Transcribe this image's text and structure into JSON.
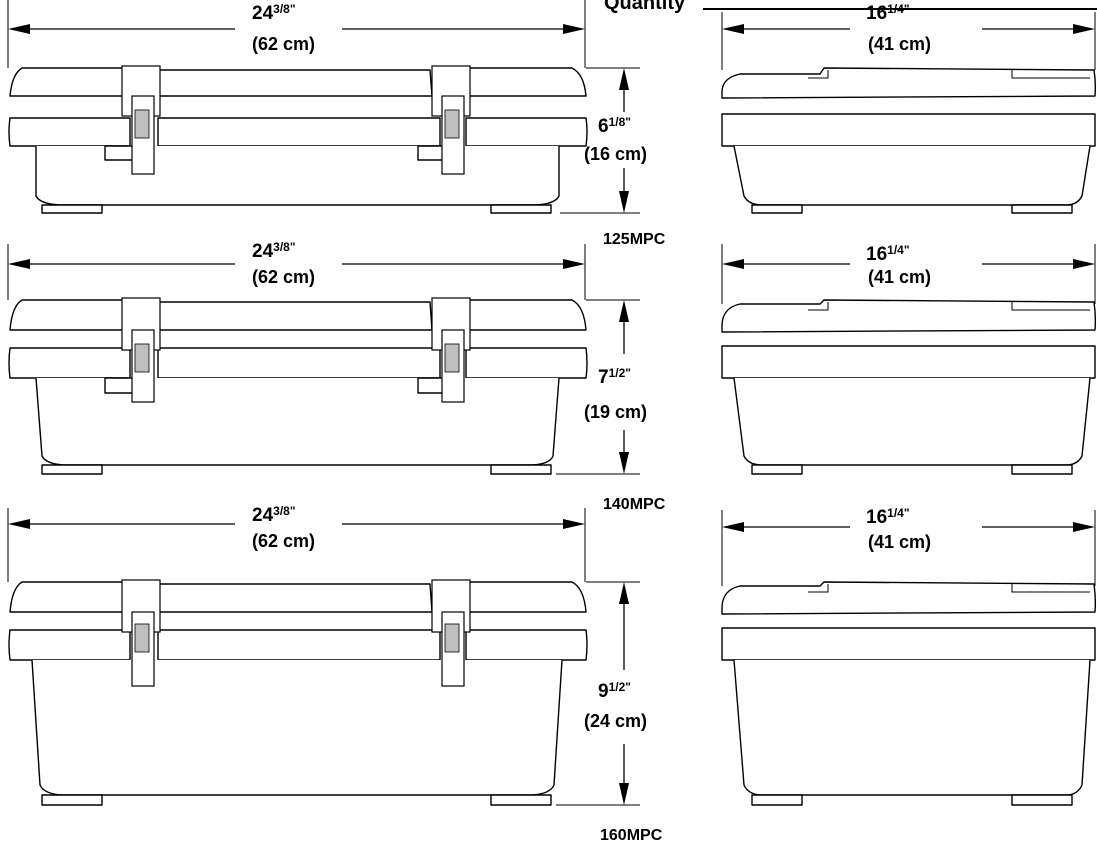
{
  "header": {
    "label": "Quantity"
  },
  "rows": [
    {
      "model": "125MPC",
      "front_width": {
        "whole": "24",
        "frac": "3/8",
        "unit": "\"",
        "metric": "(62 cm)"
      },
      "height": {
        "whole": "6",
        "frac": "1/8",
        "unit": "\"",
        "metric": "(16 cm)"
      },
      "side_depth": {
        "whole": "16",
        "frac": "1/4",
        "unit": "\"",
        "metric": "(41 cm)"
      }
    },
    {
      "model": "140MPC",
      "front_width": {
        "whole": "24",
        "frac": "3/8",
        "unit": "\"",
        "metric": "(62 cm)"
      },
      "height": {
        "whole": "7",
        "frac": "1/2",
        "unit": "\"",
        "metric": "(19 cm)"
      },
      "side_depth": {
        "whole": "16",
        "frac": "1/4",
        "unit": "\"",
        "metric": "(41 cm)"
      }
    },
    {
      "model": "160MPC",
      "front_width": {
        "whole": "24",
        "frac": "3/8",
        "unit": "\"",
        "metric": "(62 cm)"
      },
      "height": {
        "whole": "9",
        "frac": "1/2",
        "unit": "\"",
        "metric": "(24 cm)"
      },
      "side_depth": {
        "whole": "16",
        "frac": "1/4",
        "unit": "\"",
        "metric": "(41 cm)"
      }
    }
  ]
}
